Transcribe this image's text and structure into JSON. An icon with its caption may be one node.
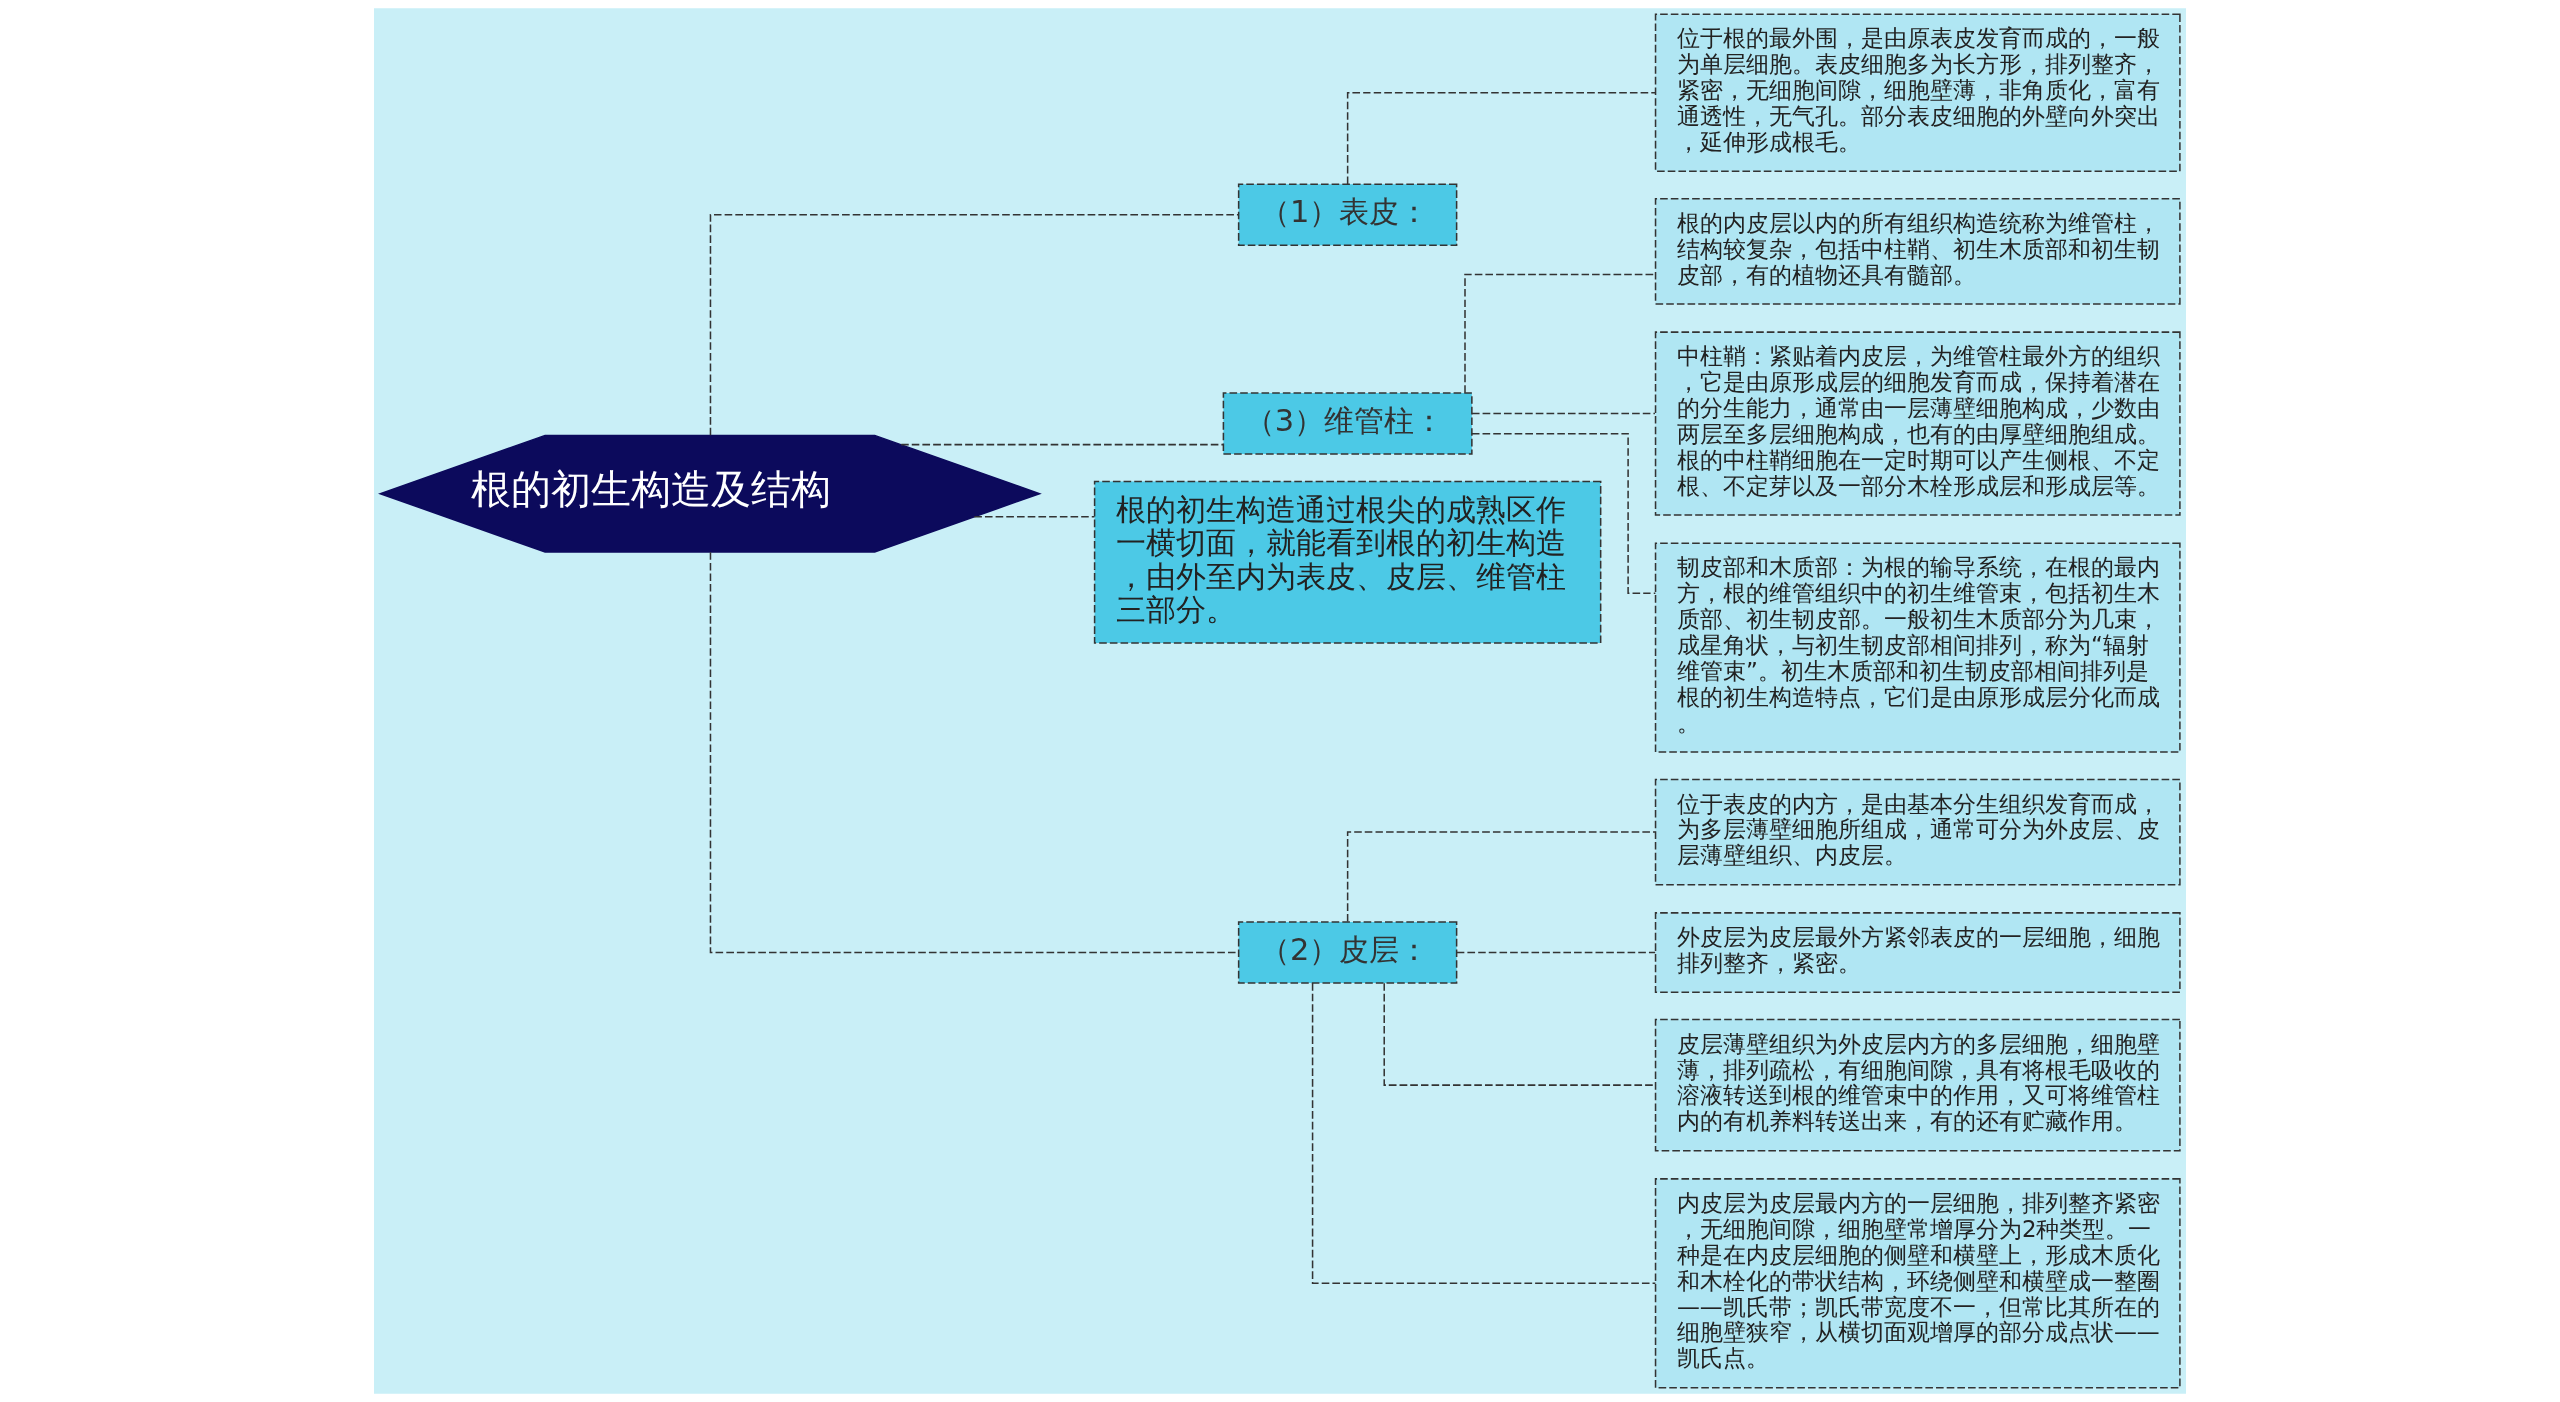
{
  "diagram": {
    "nodes": [
      {
        "text": [
          "根的初生构造及结构"
        ]
      },
      {
        "text": [
          "（1）表皮："
        ]
      },
      {
        "text": [
          "位于根的最外围，是由原表皮发育而成的，一般为单层细胞。表皮细胞多为长方形，排列整齐，紧密，无细胞间隙，细胞壁薄，非角质化，富有通透性，无气孔。部分表皮细胞的外壁向外突出，延伸形成根毛。"
        ]
      },
      {
        "text": [
          "（3）维管柱："
        ]
      },
      {
        "text": [
          "根的内皮层以内的所有组织构造统称为维管柱，结构较复杂，包括中柱鞘、初生木质部和初生韧皮部，有的植物还具有髓部。"
        ]
      },
      {
        "text": [
          "中柱鞘：紧贴着内皮层，为维管柱最外方的组织，它是由原形成层的细胞发育而成，保持着潜在的分生能力，通常由一层薄壁细胞构成，少数由两层至多层细胞构成，也有的由厚壁细胞组成。根的中柱鞘细胞在一定时期可以产生侧根、不定根、不定芽以及一部分木栓形成层和形成层等。"
        ]
      },
      {
        "text": [
          "韧皮部和木质部：为根的输导系统，在根的最内方，根的维管组织中的初生维管束，包括初生木质部、初生韧皮部。一般初生木质部分为几束，成星角状，与初生韧皮部相间排列，称为“辐射维管束”。初生木质部和初生韧皮部相间排列是根的初生构造特点，它们是由原形成层分化而成。"
        ]
      },
      {
        "text": [
          "根的初生构造通过根尖的成熟区作一横切面，就能看到根的初生构造，由外至内为表皮、皮层、维管柱三部分。"
        ]
      },
      {
        "text": [
          "（2）皮层："
        ]
      },
      {
        "text": [
          "位于表皮的内方，是由基本分生组织发育而成，为多层薄壁细胞所组成，通常可分为外皮层、皮层薄壁组织、内皮层。"
        ]
      },
      {
        "text": [
          "外皮层为皮层最外方紧邻表皮的一层细胞，细胞排列整齐，紧密。"
        ]
      },
      {
        "text": [
          "皮层薄壁组织为外皮层内方的多层细胞，细胞壁薄，排列疏松，有细胞间隙，具有将根毛吸收的溶液转送到根的维管束中的作用，又可将维管柱内的有机养料转送出来，有的还有贮藏作用。"
        ]
      },
      {
        "text": [
          "内皮层为皮层最内方的一层细胞，排列整齐紧密，无细胞间隙，细胞壁常增厚分为2种类型。一种是在内皮层细胞的侧壁和横壁上，形成木质化和木栓化的带状结构，环绕侧壁和横壁成一整圈——凯氏带；凯氏带宽度不一，但常比其所在的细胞壁狭窄，从横切面观增厚的部分成点状——凯氏点。"
        ]
      }
    ],
    "edges": [
      {
        "from": 0,
        "to": 1,
        "arrow": "none",
        "style": "dashed"
      },
      {
        "from": 1,
        "to": 2,
        "arrow": "none",
        "style": "dashed"
      },
      {
        "from": 0,
        "to": 3,
        "arrow": "none",
        "style": "dashed"
      },
      {
        "from": 3,
        "to": 4,
        "arrow": "none",
        "style": "dashed"
      },
      {
        "from": 3,
        "to": 5,
        "arrow": "none",
        "style": "dashed"
      },
      {
        "from": 3,
        "to": 6,
        "arrow": "none",
        "style": "dashed"
      },
      {
        "from": 0,
        "to": 7,
        "arrow": "none",
        "style": "dashed"
      },
      {
        "from": 0,
        "to": 8,
        "arrow": "none",
        "style": "dashed"
      },
      {
        "from": 8,
        "to": 9,
        "arrow": "none",
        "style": "dashed"
      },
      {
        "from": 8,
        "to": 10,
        "arrow": "none",
        "style": "dashed"
      },
      {
        "from": 8,
        "to": 11,
        "arrow": "none",
        "style": "dashed"
      },
      {
        "from": 8,
        "to": 12,
        "arrow": "none",
        "style": "dashed"
      }
    ]
  }
}
